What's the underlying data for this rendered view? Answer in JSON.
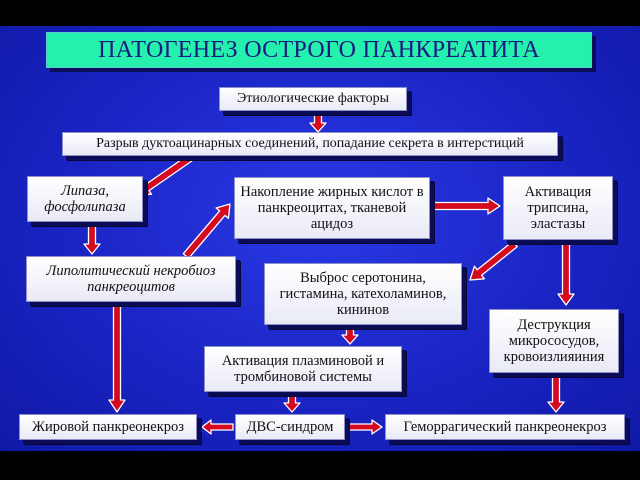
{
  "title": "ПАТОГЕНЕЗ ОСТРОГО  ПАНКРЕАТИТА",
  "nodes": {
    "etiology": "Этиологические факторы",
    "rupture": "Разрыв дуктоацинарных соединений, попадание секрета в интерстиций",
    "lipase": "Липаза, фосфолипаза",
    "fatty_acids": "Накопление жирных кислот в панкреоцитах, тканевой ацидоз",
    "trypsin": "Активация трипсина, эластазы",
    "lipolytic": "Липолитический некробиоз панкреоцитов",
    "serotonin": "Выброс серотонина, гистамина, катехоламинов, кининов",
    "destruction": "Деструкция микрососудов, кровоизлияиния",
    "plasmin": "Активация плазминовой и тромбиновой системы",
    "fat_necrosis": "Жировой панкреонекроз",
    "dic": "ДВС-синдром",
    "hemorrhagic": "Геморрагический панкреонекроз"
  },
  "colors": {
    "background": "#1a24c4",
    "title_bg": "#26f0ad",
    "title_text": "#1a1a80",
    "arrow_fill": "#d40a1e",
    "arrow_outline": "#ffffff"
  }
}
